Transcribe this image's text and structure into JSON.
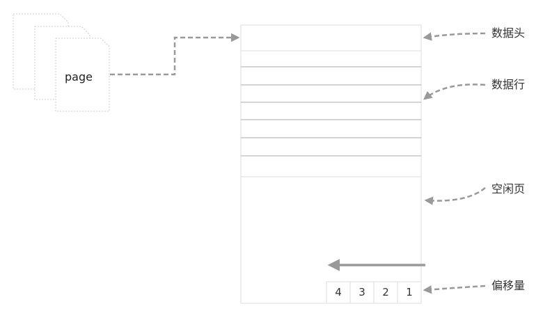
{
  "page_icon": {
    "label": "page"
  },
  "labels": {
    "header": "数据头",
    "rows": "数据行",
    "free": "空闲页",
    "offset": "偏移量"
  },
  "offset_cells": [
    "4",
    "3",
    "2",
    "1"
  ],
  "colors": {
    "arrow": "#999999",
    "border": "#dddddd",
    "row_line": "#aaaaaa",
    "icon_border": "#cccccc"
  }
}
